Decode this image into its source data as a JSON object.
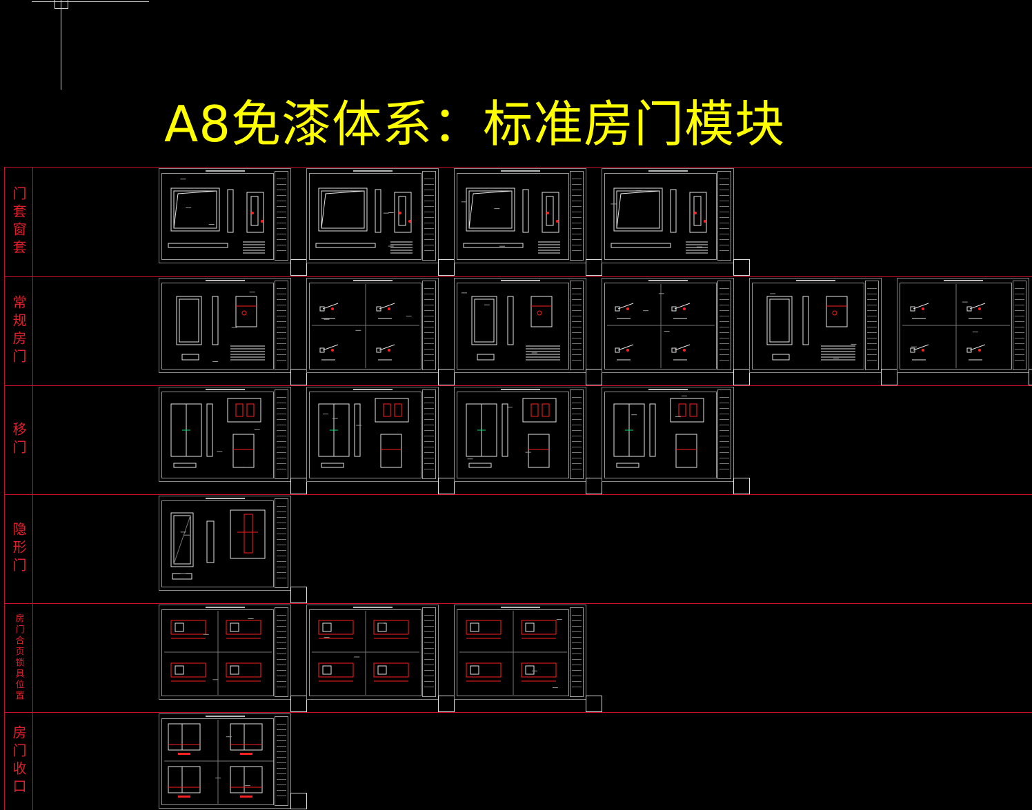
{
  "title": "A8免漆体系：标准房门模块",
  "colors": {
    "background": "#000000",
    "title": "#ffff00",
    "grid": "#c8102e",
    "category_text": "#e0202c",
    "sheet_line": "#9a9a9a",
    "detail_red": "#ff2020"
  },
  "categories": [
    {
      "id": "door-window-casing",
      "label": "门套窗套",
      "sheets": 4,
      "font_size": 20
    },
    {
      "id": "regular-door",
      "label": "常规房门",
      "sheets": 6,
      "font_size": 20
    },
    {
      "id": "sliding-door",
      "label": "移门",
      "sheets": 4,
      "font_size": 20
    },
    {
      "id": "hidden-door",
      "label": "隐形门",
      "sheets": 1,
      "font_size": 20
    },
    {
      "id": "hinge-lock-position",
      "label": "房门合页锁具位置",
      "sheets": 3,
      "font_size": 13
    },
    {
      "id": "door-finishing",
      "label": "房门收口",
      "sheets": 1,
      "font_size": 20
    }
  ]
}
